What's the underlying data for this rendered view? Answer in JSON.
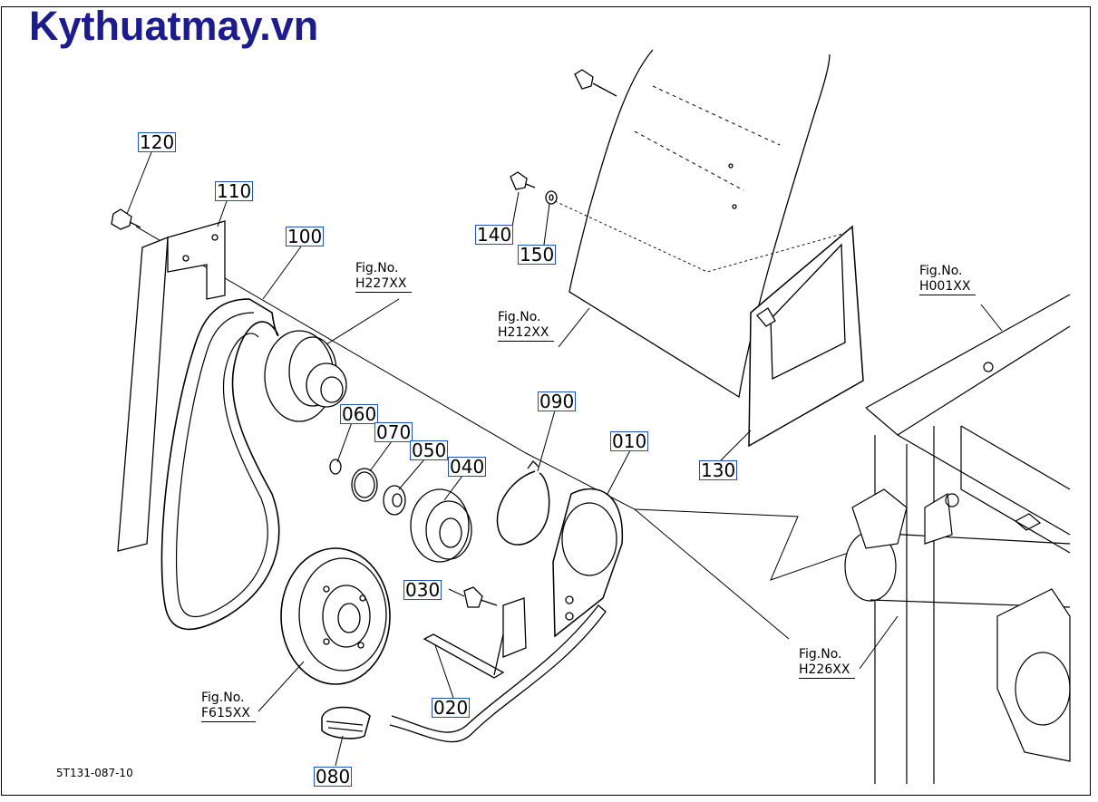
{
  "header": {
    "site_title": "Kythuatmay.vn"
  },
  "callouts": [
    {
      "id": "p120",
      "label": "120"
    },
    {
      "id": "p110",
      "label": "110"
    },
    {
      "id": "p100",
      "label": "100"
    },
    {
      "id": "p140",
      "label": "140"
    },
    {
      "id": "p150",
      "label": "150"
    },
    {
      "id": "p060",
      "label": "060"
    },
    {
      "id": "p070",
      "label": "070"
    },
    {
      "id": "p050",
      "label": "050"
    },
    {
      "id": "p040",
      "label": "040"
    },
    {
      "id": "p090",
      "label": "090"
    },
    {
      "id": "p010",
      "label": "010"
    },
    {
      "id": "p130",
      "label": "130"
    },
    {
      "id": "p030",
      "label": "030"
    },
    {
      "id": "p020",
      "label": "020"
    },
    {
      "id": "p080",
      "label": "080"
    }
  ],
  "figure_refs": [
    {
      "id": "h227",
      "prefix": "Fig.No.",
      "code": "H227XX"
    },
    {
      "id": "h212",
      "prefix": "Fig.No.",
      "code": "H212XX"
    },
    {
      "id": "h001",
      "prefix": "Fig.No.",
      "code": "H001XX"
    },
    {
      "id": "h226",
      "prefix": "Fig.No.",
      "code": "H226XX"
    },
    {
      "id": "f615",
      "prefix": "Fig.No.",
      "code": "F615XX"
    }
  ],
  "footer": {
    "drawing_id": "5T131-087-10"
  }
}
